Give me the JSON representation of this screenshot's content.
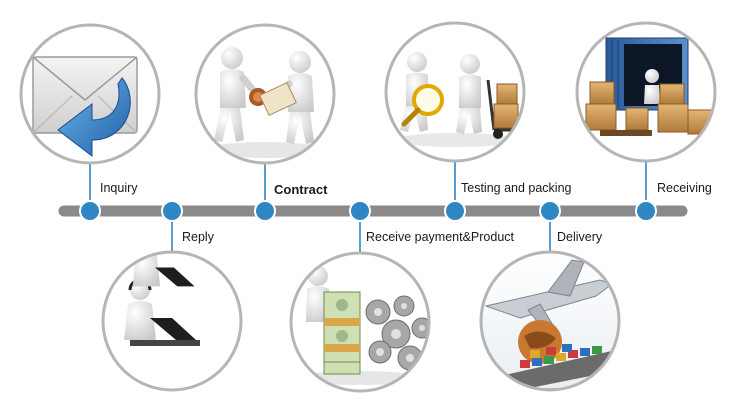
{
  "steps": {
    "inquiry": "Inquiry",
    "reply": "Reply",
    "contract": "Contract",
    "receive_payment": "Receive payment&Product",
    "testing_packing": "Testing and packing",
    "delivery": "Delivery",
    "receiving": "Receiving"
  },
  "colors": {
    "timeline": "#8a8a8a",
    "node": "#2f86c4",
    "circle_border": "#b5b5b5",
    "connector": "#2f86c4"
  },
  "icons": {
    "inquiry": "envelope-reply-icon",
    "reply": "call-center-icon",
    "contract": "signing-contract-icon",
    "receive_payment": "money-gears-icon",
    "testing_packing": "testing-packing-icon",
    "delivery": "delivery-plane-ship-icon",
    "receiving": "container-boxes-icon"
  }
}
